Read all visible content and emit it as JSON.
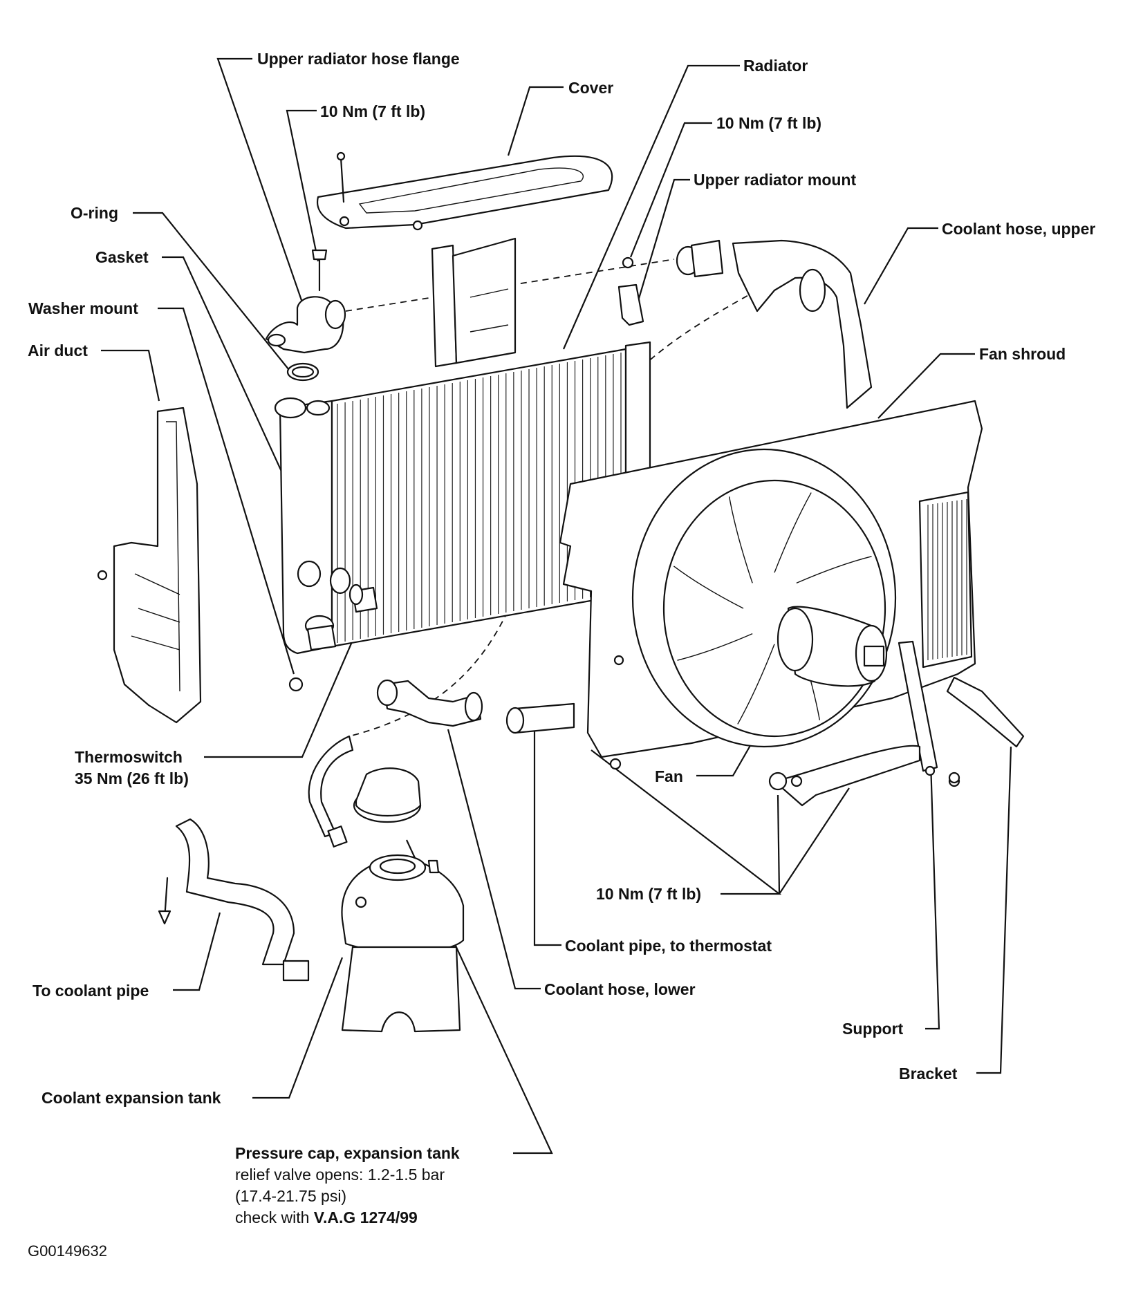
{
  "labels": {
    "upper_radiator_hose_flange": "Upper radiator hose flange",
    "cover": "Cover",
    "torque_cover": "10 Nm (7 ft lb)",
    "radiator": "Radiator",
    "torque_mount": "10 Nm (7 ft lb)",
    "upper_radiator_mount": "Upper radiator mount",
    "coolant_hose_upper": "Coolant hose, upper",
    "o_ring": "O-ring",
    "gasket": "Gasket",
    "washer_mount": "Washer mount",
    "air_duct": "Air duct",
    "fan_shroud": "Fan shroud",
    "thermoswitch": "Thermoswitch",
    "thermoswitch_torque": "35 Nm (26 ft lb)",
    "fan": "Fan",
    "torque_fan": "10 Nm (7 ft lb)",
    "coolant_pipe_to_thermostat": "Coolant pipe, to thermostat",
    "coolant_hose_lower": "Coolant hose, lower",
    "to_coolant_pipe": "To coolant pipe",
    "support": "Support",
    "bracket": "Bracket",
    "coolant_expansion_tank": "Coolant expansion tank",
    "pressure_cap_title": "Pressure cap, expansion tank",
    "pressure_cap_line1": "relief valve opens: 1.2-1.5 bar",
    "pressure_cap_line2": "(17.4-21.75 psi)",
    "pressure_cap_line3_prefix": "check with ",
    "pressure_cap_line3_tool": "V.A.G 1274/99"
  },
  "figure_id": "G00149632"
}
